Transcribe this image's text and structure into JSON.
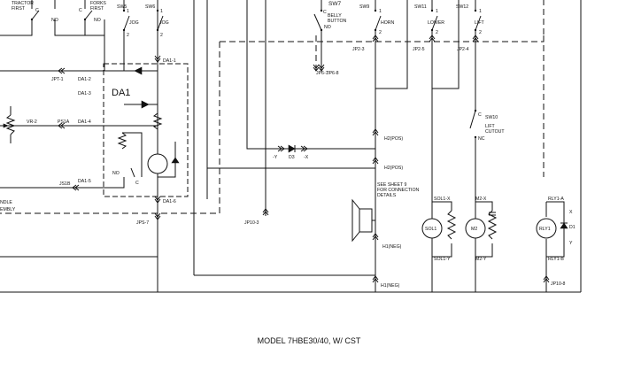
{
  "labels": {
    "tractor_first": "TRACTOR\nFIRST",
    "forks_first": "FORKS\nFIRST",
    "sw5": "SW5",
    "sw6": "SW6",
    "sw7": "SW7",
    "sw9": "SW9",
    "sw11": "SW11",
    "sw12": "SW12",
    "sw10": "SW10",
    "jog": "JOG",
    "horn": "HORN",
    "lower": "LOWER",
    "lift": "LIFT",
    "belly_button": "BELLY\nBUTTON",
    "lift_cutout": "LIFT\nCUTOUT",
    "no": "NO",
    "nc": "NC",
    "c": "C",
    "one": "1",
    "two": "2",
    "da1": "DA1",
    "da1_1": "DA1-1",
    "da1_2": "DA1-2",
    "da1_3": "DA1-3",
    "da1_4": "DA1-4",
    "da1_5": "DA1-5",
    "da1_6": "DA1-6",
    "jpt1": "JPT-1",
    "vr2": "VR-2",
    "ps1a": "PS1A",
    "js1b": "JS1B",
    "jps7": "JPS-7",
    "jp6_7": "JP6-7",
    "jp6_8": "JP6-8",
    "jp2_3": "JP2-3",
    "jp2_5": "JP2-5",
    "jp2_4": "JP2-4",
    "jp10_3": "JP10-3",
    "jp10_8": "JP10-8",
    "h2pos_1": "H2(POS)",
    "h2pos_2": "H2(POS)",
    "h1neg_1": "H1(NEG)",
    "h1neg_2": "H1(NEG)",
    "y_neg": "-Y",
    "d3": "D3",
    "x_neg": "-X",
    "see_sheet": "SEE SHEET 9\nFOR CONNECTION\nDETAILS",
    "sol1_x": "SOL1-X",
    "sol1_y": "SOL1-Y",
    "sol1": "SOL1",
    "m2_x": "M2-X",
    "m2_y": "M2-Y",
    "m2": "M2",
    "rly1_a": "RLY1-A",
    "rly1_b": "RLY1-B",
    "rly1": "RLY1",
    "d1": "D1",
    "x_small": "X",
    "y_small": "Y",
    "handle_assembly": "NDLE\nEMBLY"
  },
  "caption": "MODEL 7HBE30/40, W/ CST"
}
